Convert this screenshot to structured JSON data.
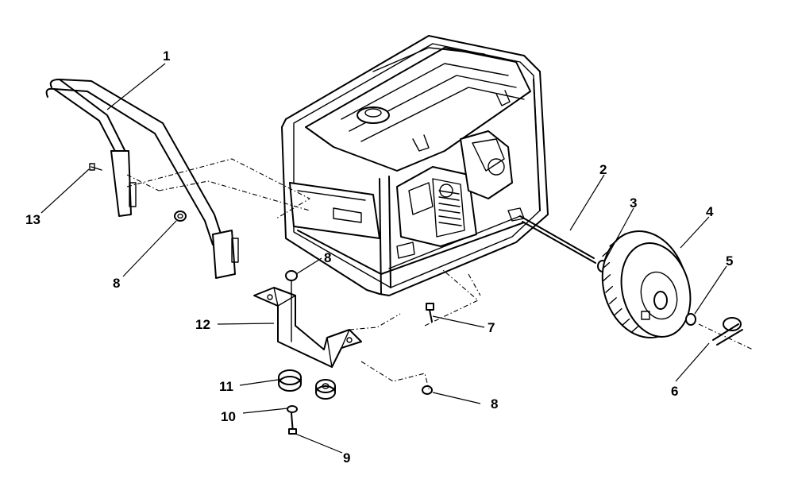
{
  "callouts": {
    "c1": "1",
    "c2": "2",
    "c3": "3",
    "c4": "4",
    "c5": "5",
    "c6": "6",
    "c7": "7",
    "c8a": "8",
    "c8b": "8",
    "c8c": "8",
    "c9": "9",
    "c10": "10",
    "c11": "11",
    "c12": "12",
    "c13": "13"
  }
}
